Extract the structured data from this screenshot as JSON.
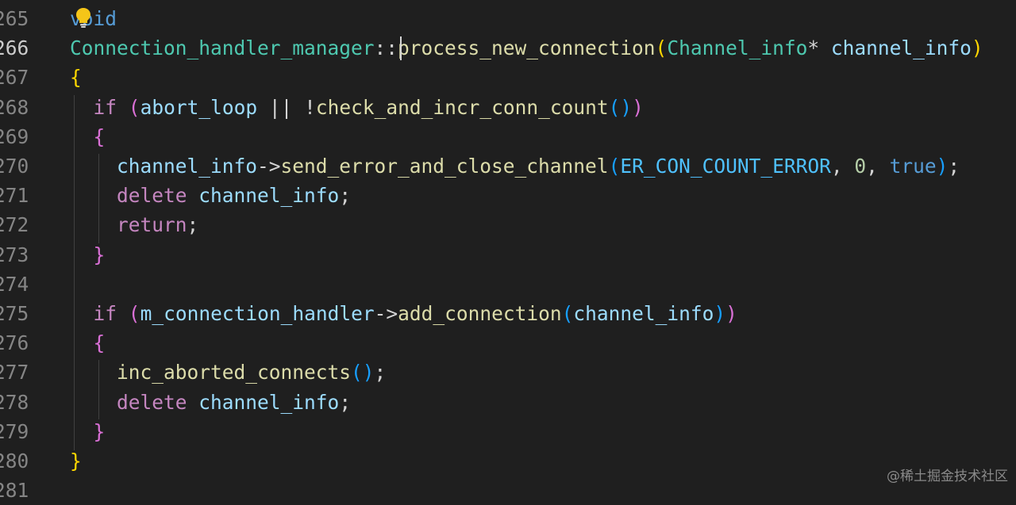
{
  "editor": {
    "active_line": "266",
    "lines": [
      {
        "number": "265",
        "tokens": [
          {
            "t": "void",
            "c": "kw-type"
          }
        ]
      },
      {
        "number": "266",
        "tokens": [
          {
            "t": "Connection_handler_manager",
            "c": "cls"
          },
          {
            "t": "::",
            "c": "op"
          },
          {
            "t": "process_new_connection",
            "c": "fn"
          },
          {
            "t": "(",
            "c": "b1"
          },
          {
            "t": "Channel_info",
            "c": "cls"
          },
          {
            "t": "* ",
            "c": "op"
          },
          {
            "t": "channel_info",
            "c": "param"
          },
          {
            "t": ")",
            "c": "b1"
          }
        ]
      },
      {
        "number": "267",
        "tokens": [
          {
            "t": "{",
            "c": "b1"
          }
        ]
      },
      {
        "number": "268",
        "tokens": [
          {
            "t": "  ",
            "c": "op"
          },
          {
            "t": "if",
            "c": "ctrl"
          },
          {
            "t": " ",
            "c": "op"
          },
          {
            "t": "(",
            "c": "b2"
          },
          {
            "t": "abort_loop",
            "c": "var"
          },
          {
            "t": " || !",
            "c": "op"
          },
          {
            "t": "check_and_incr_conn_count",
            "c": "fn"
          },
          {
            "t": "()",
            "c": "b3"
          },
          {
            "t": ")",
            "c": "b2"
          }
        ]
      },
      {
        "number": "269",
        "tokens": [
          {
            "t": "  ",
            "c": "op"
          },
          {
            "t": "{",
            "c": "b2"
          }
        ]
      },
      {
        "number": "270",
        "tokens": [
          {
            "t": "    ",
            "c": "op"
          },
          {
            "t": "channel_info",
            "c": "var"
          },
          {
            "t": "->",
            "c": "op"
          },
          {
            "t": "send_error_and_close_channel",
            "c": "fn"
          },
          {
            "t": "(",
            "c": "b3"
          },
          {
            "t": "ER_CON_COUNT_ERROR",
            "c": "enum"
          },
          {
            "t": ", ",
            "c": "op"
          },
          {
            "t": "0",
            "c": "num"
          },
          {
            "t": ", ",
            "c": "op"
          },
          {
            "t": "true",
            "c": "bool"
          },
          {
            "t": ")",
            "c": "b3"
          },
          {
            "t": ";",
            "c": "op"
          }
        ]
      },
      {
        "number": "271",
        "tokens": [
          {
            "t": "    ",
            "c": "op"
          },
          {
            "t": "delete",
            "c": "ctrl"
          },
          {
            "t": " ",
            "c": "op"
          },
          {
            "t": "channel_info",
            "c": "var"
          },
          {
            "t": ";",
            "c": "op"
          }
        ]
      },
      {
        "number": "272",
        "tokens": [
          {
            "t": "    ",
            "c": "op"
          },
          {
            "t": "return",
            "c": "ctrl"
          },
          {
            "t": ";",
            "c": "op"
          }
        ]
      },
      {
        "number": "273",
        "tokens": [
          {
            "t": "  ",
            "c": "op"
          },
          {
            "t": "}",
            "c": "b2"
          }
        ]
      },
      {
        "number": "274",
        "tokens": []
      },
      {
        "number": "275",
        "tokens": [
          {
            "t": "  ",
            "c": "op"
          },
          {
            "t": "if",
            "c": "ctrl"
          },
          {
            "t": " ",
            "c": "op"
          },
          {
            "t": "(",
            "c": "b2"
          },
          {
            "t": "m_connection_handler",
            "c": "var"
          },
          {
            "t": "->",
            "c": "op"
          },
          {
            "t": "add_connection",
            "c": "fn"
          },
          {
            "t": "(",
            "c": "b3"
          },
          {
            "t": "channel_info",
            "c": "var"
          },
          {
            "t": ")",
            "c": "b3"
          },
          {
            "t": ")",
            "c": "b2"
          }
        ]
      },
      {
        "number": "276",
        "tokens": [
          {
            "t": "  ",
            "c": "op"
          },
          {
            "t": "{",
            "c": "b2"
          }
        ]
      },
      {
        "number": "277",
        "tokens": [
          {
            "t": "    ",
            "c": "op"
          },
          {
            "t": "inc_aborted_connects",
            "c": "fn"
          },
          {
            "t": "()",
            "c": "b3"
          },
          {
            "t": ";",
            "c": "op"
          }
        ]
      },
      {
        "number": "278",
        "tokens": [
          {
            "t": "    ",
            "c": "op"
          },
          {
            "t": "delete",
            "c": "ctrl"
          },
          {
            "t": " ",
            "c": "op"
          },
          {
            "t": "channel_info",
            "c": "var"
          },
          {
            "t": ";",
            "c": "op"
          }
        ]
      },
      {
        "number": "279",
        "tokens": [
          {
            "t": "  ",
            "c": "op"
          },
          {
            "t": "}",
            "c": "b2"
          }
        ]
      },
      {
        "number": "280",
        "tokens": [
          {
            "t": "}",
            "c": "b1"
          }
        ]
      },
      {
        "number": "281",
        "tokens": []
      }
    ]
  },
  "icons": {
    "lightbulb": "lightbulb-icon"
  },
  "colors": {
    "background": "#1f1f1f",
    "keyword": "#569cd6",
    "class": "#4ec9b0",
    "function": "#dcdcaa",
    "variable": "#9cdcfe",
    "control": "#c586c0",
    "bracket_1": "#ffd700",
    "bracket_2": "#da70d6",
    "bracket_3": "#179fff"
  },
  "watermark": "@稀土掘金技术社区"
}
